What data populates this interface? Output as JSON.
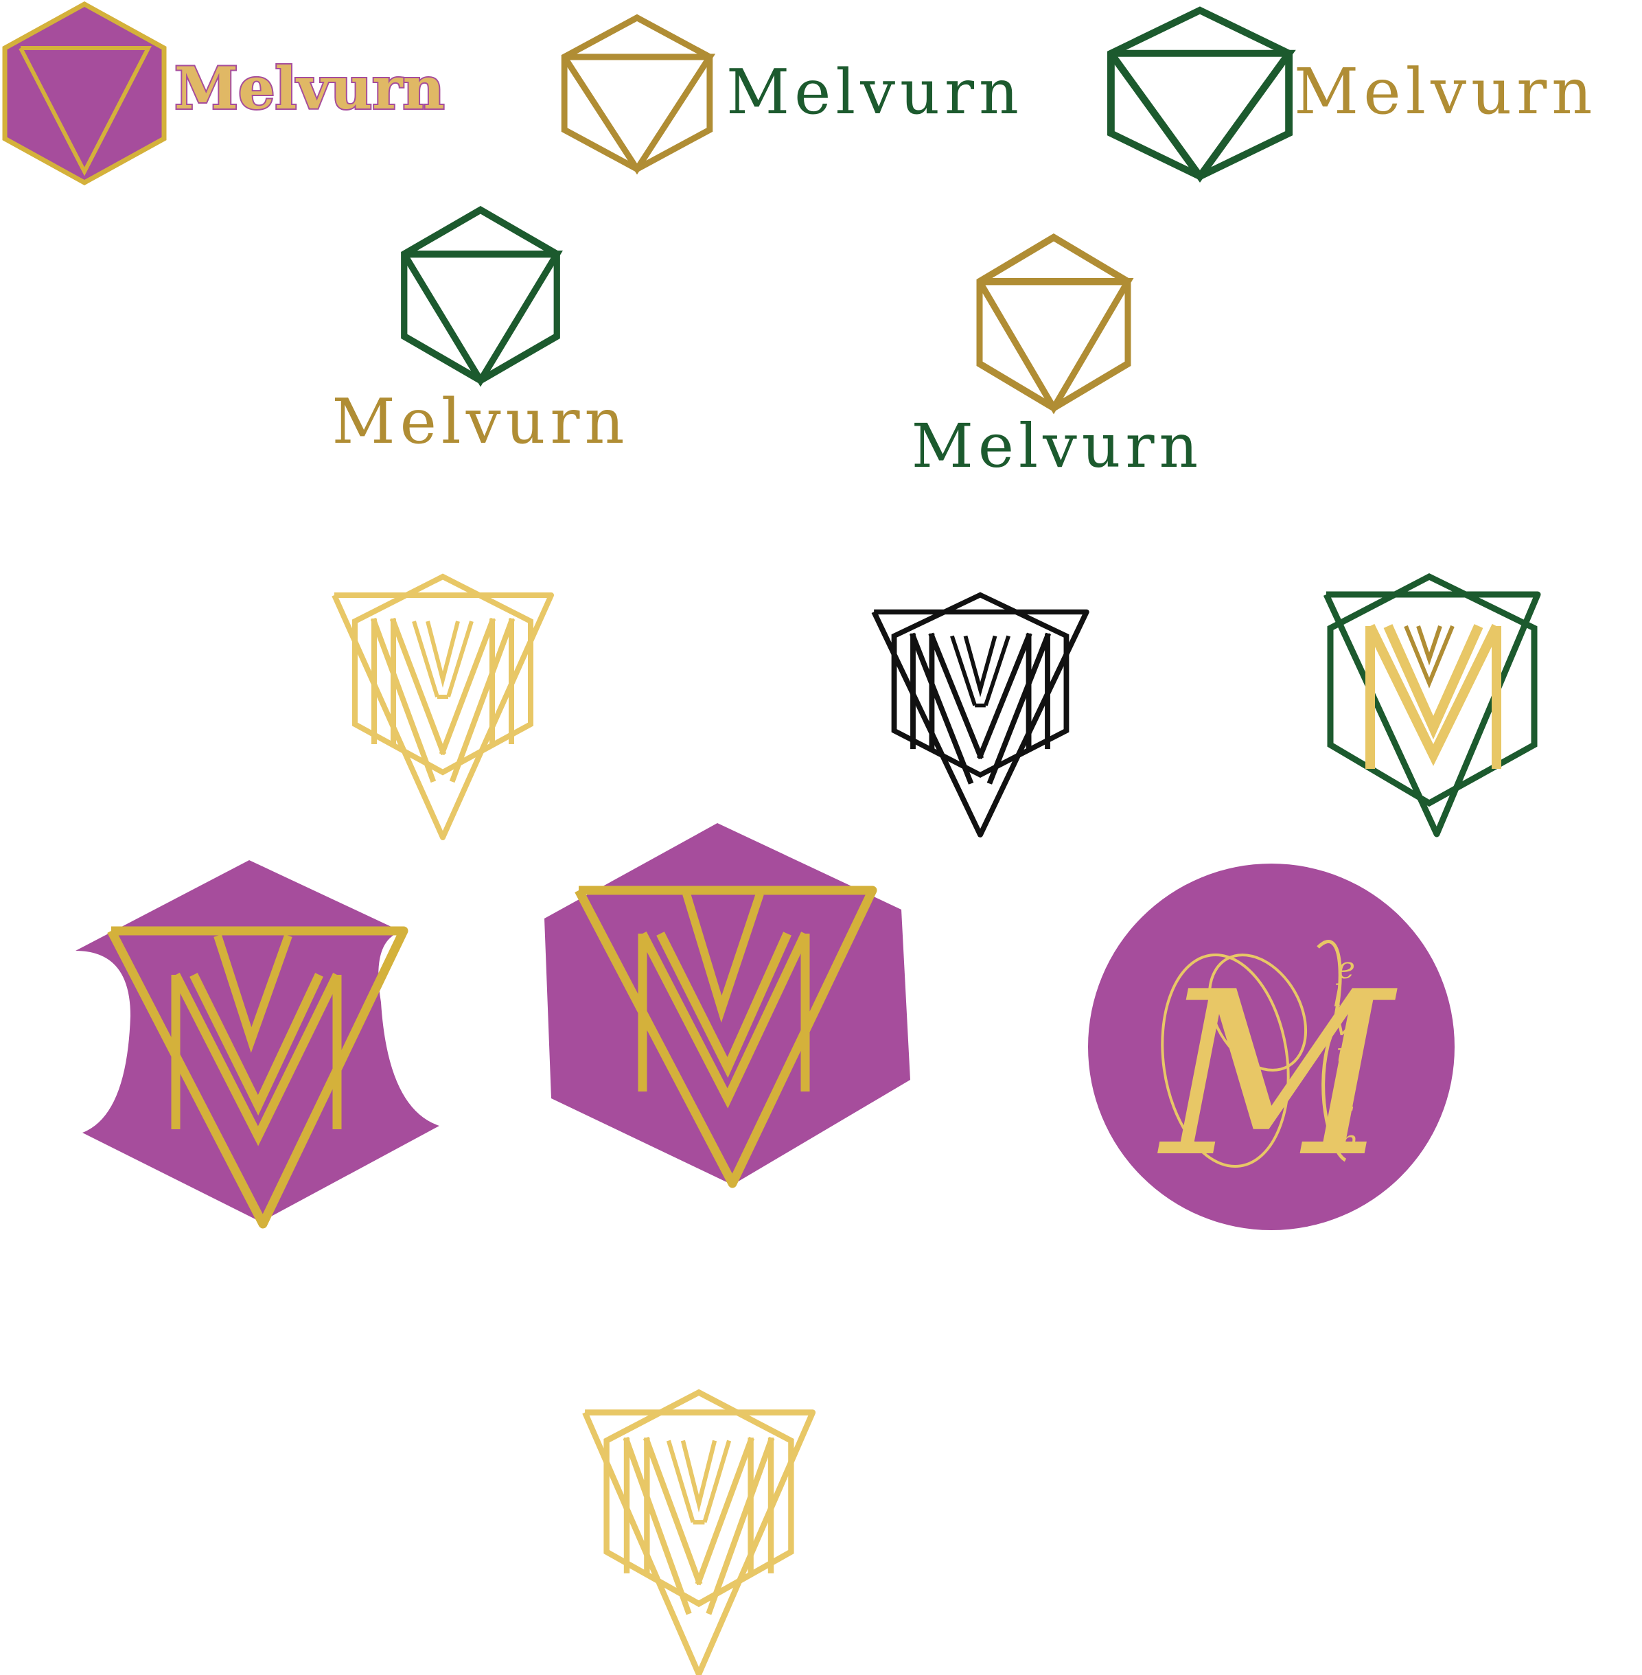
{
  "canvas": {
    "background": "#ffffff"
  },
  "palette": {
    "purple": "#a64d9c",
    "gold": "#e8c766",
    "gold_dark": "#b08d34",
    "mustard": "#d4b13b",
    "green": "#1c5a2e",
    "black": "#111111"
  },
  "logos": {
    "logo1": {
      "wordmark": "Melvurn",
      "icon": "hexagon-inverted-triangle-icon",
      "style": "purple fill with gold outline"
    },
    "logo2": {
      "wordmark": "Melvurn",
      "icon": "hexagon-inverted-triangle-icon",
      "style": "gold outline, green text"
    },
    "logo3": {
      "wordmark": "Melvurn",
      "icon": "hexagon-inverted-triangle-icon",
      "style": "green outline, gold text"
    },
    "logo4": {
      "wordmark": "Melvurn",
      "icon": "hexagon-inverted-triangle-icon",
      "style": "green outline, gold text stacked"
    },
    "logo5": {
      "wordmark": "Melvurn",
      "icon": "hexagon-inverted-triangle-icon",
      "style": "gold outline, green text stacked"
    },
    "logo6": {
      "icon": "mv-monogram-icon",
      "style": "gold"
    },
    "logo7": {
      "icon": "mv-monogram-icon",
      "style": "black"
    },
    "logo8": {
      "icon": "mv-monogram-icon",
      "style": "green and gold"
    },
    "logo9": {
      "icon": "mv-monogram-icon",
      "style": "purple concave shield with mustard"
    },
    "logo10": {
      "icon": "mv-monogram-icon",
      "style": "purple hexagon with mustard"
    },
    "logo11": {
      "initial": "M",
      "letters": [
        "e",
        "l",
        "v",
        "u",
        "r",
        "n"
      ],
      "icon": "script-m-circle-icon",
      "style": "purple circle with gold script"
    },
    "logo12": {
      "icon": "mv-monogram-icon",
      "style": "gold"
    }
  }
}
